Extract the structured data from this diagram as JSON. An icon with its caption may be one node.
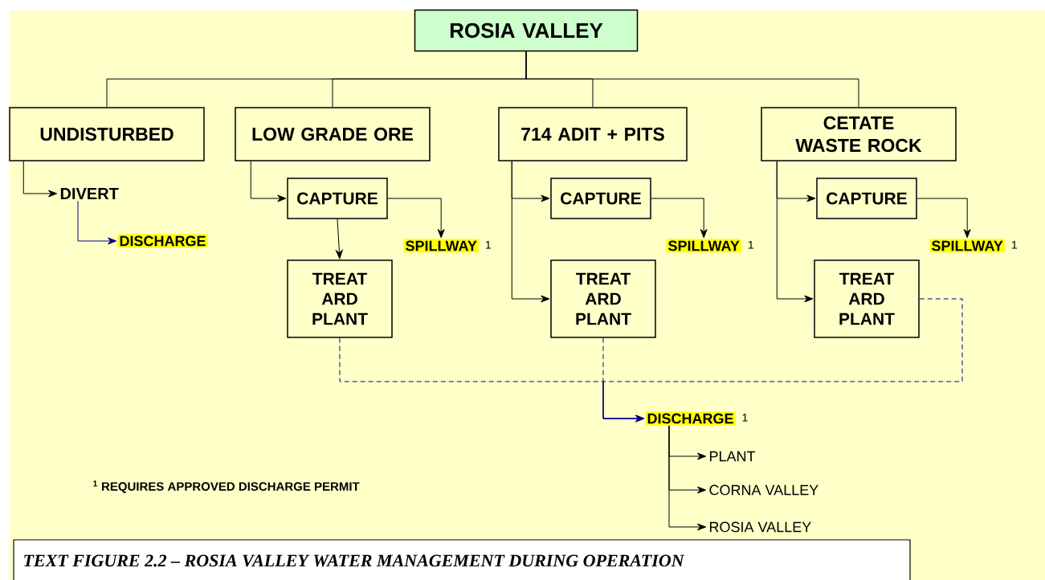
{
  "diagram": {
    "caption": "TEXT FIGURE 2.2 – ROSIA VALLEY WATER MANAGEMENT DURING OPERATION",
    "nodes": [
      {
        "text": [
          "ROSIA VALLEY"
        ]
      },
      {
        "text": [
          "UNDISTURBED"
        ]
      },
      {
        "text": [
          "LOW GRADE ORE"
        ]
      },
      {
        "text": [
          "714 ADIT + PITS"
        ]
      },
      {
        "text": [
          "CETATE WASTE ROCK"
        ]
      },
      {
        "text": [
          "DIVERT"
        ]
      },
      {
        "text": [
          "DISCHARGE"
        ]
      },
      {
        "text": [
          "CAPTURE"
        ]
      },
      {
        "text": [
          "SPILLWAY"
        ],
        "beside": [
          "1"
        ]
      },
      {
        "text": [
          "TREAT ARD PLANT"
        ]
      },
      {
        "text": [
          "CAPTURE"
        ]
      },
      {
        "text": [
          "SPILLWAY"
        ],
        "beside": [
          "1"
        ]
      },
      {
        "text": [
          "TREAT ARD PLANT"
        ]
      },
      {
        "text": [
          "CAPTURE"
        ]
      },
      {
        "text": [
          "SPILLWAY"
        ],
        "beside": [
          "1"
        ]
      },
      {
        "text": [
          "TREAT ARD PLANT"
        ]
      },
      {
        "text": [
          "DISCHARGE"
        ],
        "beside": [
          "1"
        ]
      },
      {
        "text": [
          "PLANT"
        ]
      },
      {
        "text": [
          "CORNA VALLEY"
        ]
      },
      {
        "text": [
          "ROSIA VALLEY"
        ]
      }
    ],
    "edges": [
      {
        "from": 0,
        "to": 1,
        "arrow": "none"
      },
      {
        "from": 0,
        "to": 2,
        "arrow": "none"
      },
      {
        "from": 0,
        "to": 3,
        "arrow": "none"
      },
      {
        "from": 0,
        "to": 4,
        "arrow": "none"
      },
      {
        "from": 1,
        "to": 5,
        "arrow": "to"
      },
      {
        "from": 5,
        "to": 6,
        "arrow": "to",
        "color": "#000080"
      },
      {
        "from": 2,
        "to": 7,
        "arrow": "to"
      },
      {
        "from": 7,
        "to": 8,
        "arrow": "to"
      },
      {
        "from": 7,
        "to": 9,
        "arrow": "to"
      },
      {
        "from": 3,
        "to": 10,
        "arrow": "to"
      },
      {
        "from": 10,
        "to": 11,
        "arrow": "to"
      },
      {
        "from": 3,
        "to": 12,
        "arrow": "to"
      },
      {
        "from": 4,
        "to": 13,
        "arrow": "to"
      },
      {
        "from": 13,
        "to": 14,
        "arrow": "to"
      },
      {
        "from": 4,
        "to": 15,
        "arrow": "to"
      },
      {
        "from": 9,
        "to": 16,
        "arrow": "to",
        "style": "dashed",
        "color": "#000080"
      },
      {
        "from": 12,
        "to": 16,
        "arrow": "to",
        "style": "dashed",
        "color": "#000080"
      },
      {
        "from": 15,
        "to": 16,
        "arrow": "to",
        "style": "dashed",
        "color": "#000080"
      },
      {
        "from": 16,
        "to": 17,
        "arrow": "to"
      },
      {
        "from": 16,
        "to": 18,
        "arrow": "to"
      },
      {
        "from": 16,
        "to": 19,
        "arrow": "to"
      }
    ],
    "labels": [
      "$^{1}$ REQUIRES APPROVED DISCHARGE PERMIT"
    ]
  }
}
